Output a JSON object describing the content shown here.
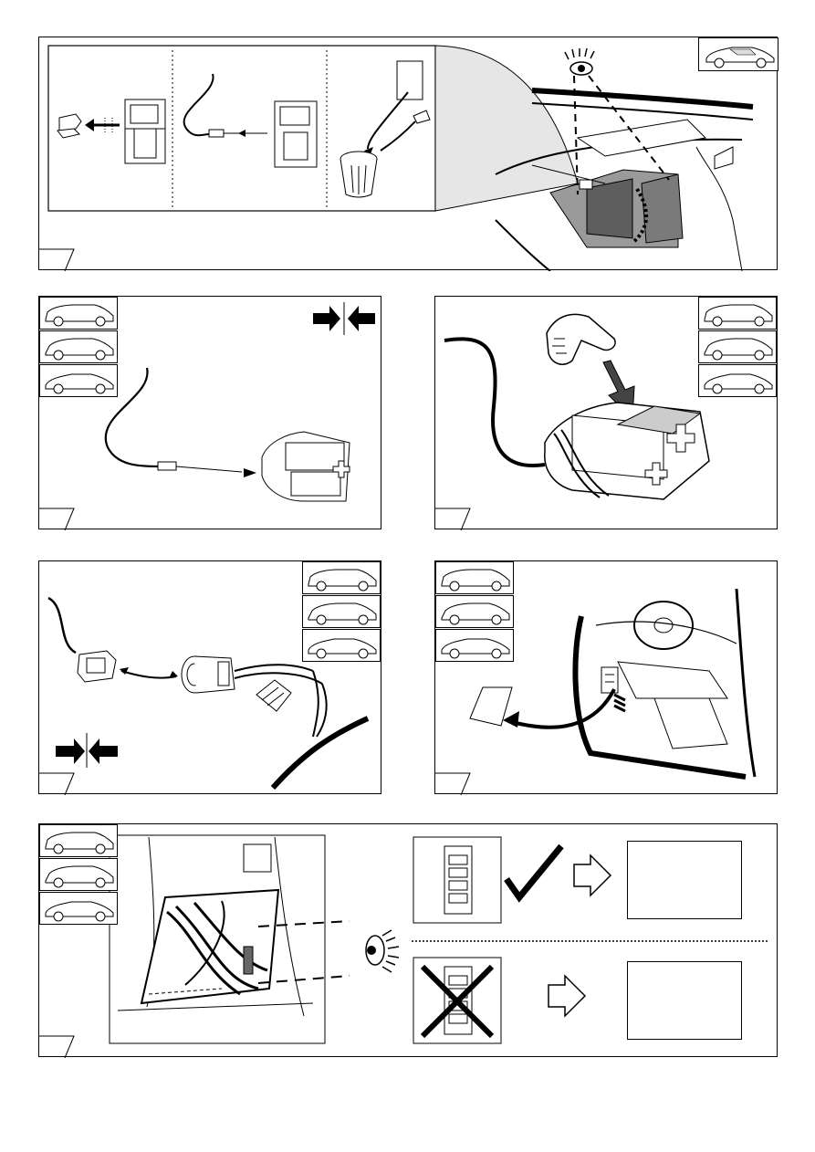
{
  "page": {
    "background": "#ffffff",
    "line_color": "#000000",
    "shade_color": "#7a7a7a"
  },
  "panels": [
    {
      "id": "step-1",
      "cars": [
        "sedan-icon"
      ]
    },
    {
      "id": "step-2",
      "cars": [
        "hatchback-5door-icon",
        "hatchback-3door-icon",
        "sedan-icon"
      ]
    },
    {
      "id": "step-3",
      "cars": [
        "hatchback-5door-icon",
        "hatchback-3door-icon",
        "sedan-icon"
      ]
    },
    {
      "id": "step-4",
      "cars": [
        "hatchback-5door-icon",
        "hatchback-3door-icon",
        "sedan-icon"
      ]
    },
    {
      "id": "step-5",
      "cars": [
        "hatchback-5door-icon",
        "hatchback-3door-icon",
        "sedan-icon"
      ]
    },
    {
      "id": "step-6",
      "cars": [
        "hatchback-5door-icon",
        "hatchback-3door-icon",
        "sedan-icon"
      ]
    }
  ],
  "icons": {
    "eye": "eye-icon",
    "hand": "pointing-hand-icon",
    "check": "checkmark-icon",
    "cross": "cross-icon",
    "arrow": "outline-arrow-icon",
    "no_cut": "do-not-cut-arrows-icon"
  }
}
